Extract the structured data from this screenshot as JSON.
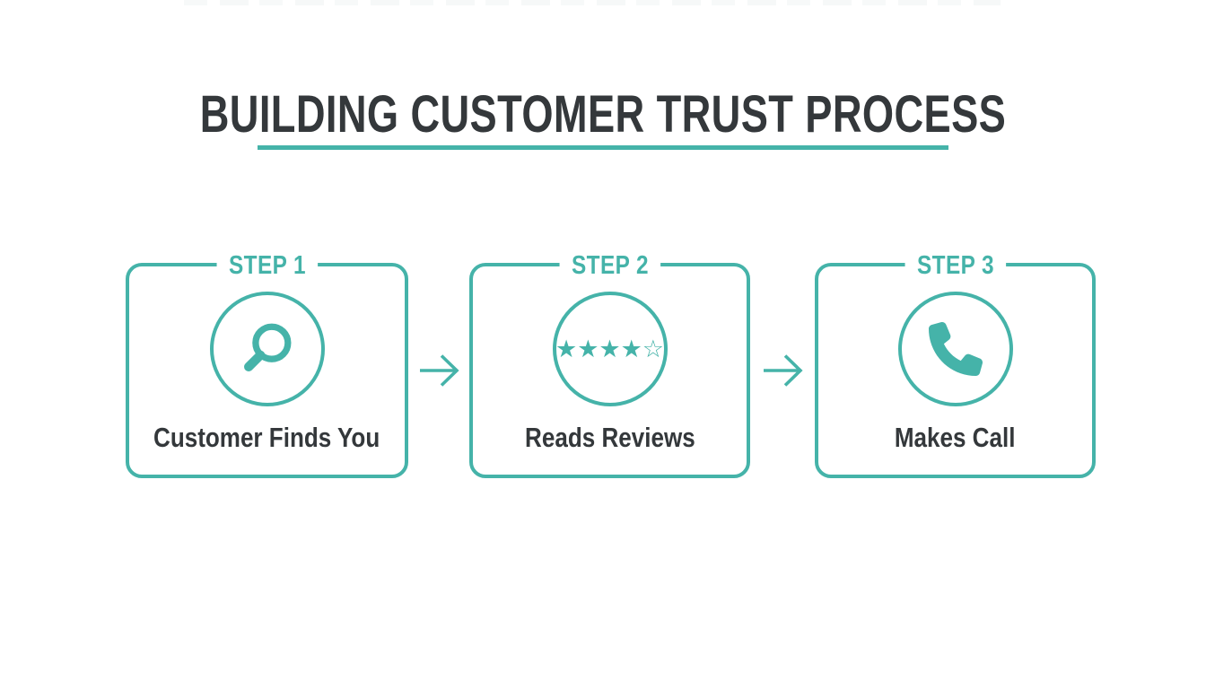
{
  "title": {
    "text": "BUILDING CUSTOMER TRUST PROCESS"
  },
  "colors": {
    "accent": "#45B3A9",
    "text_dark": "#34383B",
    "background": "#FFFFFF"
  },
  "steps": [
    {
      "label": "STEP 1",
      "caption": "Customer Finds You",
      "icon": "magnifier-icon"
    },
    {
      "label": "STEP 2",
      "caption": "Reads Reviews",
      "icon": "star-rating-icon",
      "stars": "★★★★☆",
      "rating_filled": 4,
      "rating_total": 5
    },
    {
      "label": "STEP 3",
      "caption": "Makes Call",
      "icon": "phone-icon"
    }
  ],
  "arrows": {
    "count": 2,
    "direction": "right"
  }
}
